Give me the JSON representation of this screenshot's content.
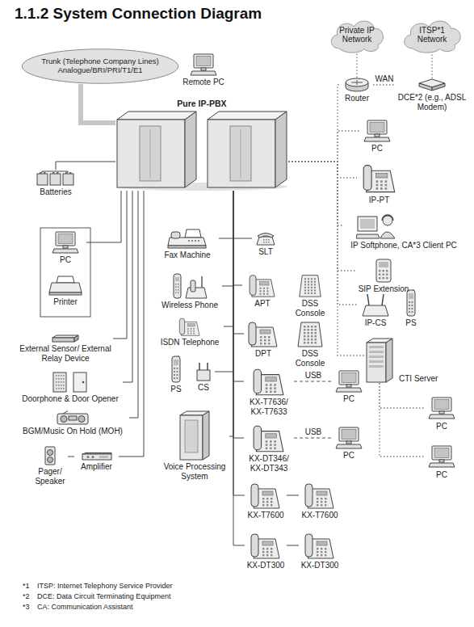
{
  "diagram": {
    "title": "1.1.2 System Connection Diagram",
    "nodes": [
      {
        "text": [
          "Trunk (Telephone Company Lines) Analogue/BRI/PRI/T1/E1"
        ]
      },
      {
        "text": [
          "Remote PC"
        ]
      },
      {
        "text": [
          "Pure IP-PBX"
        ]
      },
      {
        "text": [
          "Private IP Network"
        ]
      },
      {
        "text": [
          "ITSP*1 Network"
        ]
      },
      {
        "text": [
          "Router"
        ]
      },
      {
        "text": [
          "DCE*2 (e.g., ADSL Modem)"
        ]
      },
      {
        "text": [
          "PC"
        ]
      },
      {
        "text": [
          "IP-PT"
        ]
      },
      {
        "text": [
          "IP Softphone, CA*3 Client PC"
        ]
      },
      {
        "text": [
          "SIP Extension"
        ]
      },
      {
        "text": [
          "IP-CS"
        ]
      },
      {
        "text": [
          "PS"
        ]
      },
      {
        "text": [
          "CTI Server"
        ]
      },
      {
        "text": [
          "PC"
        ]
      },
      {
        "text": [
          "PC"
        ]
      },
      {
        "text": [
          "Batteries"
        ]
      },
      {
        "text": [
          "PC"
        ]
      },
      {
        "text": [
          "Printer"
        ]
      },
      {
        "text": [
          "External Sensor/ External Relay Device"
        ]
      },
      {
        "text": [
          "Doorphone & Door Opener"
        ]
      },
      {
        "text": [
          "BGM/Music On Hold (MOH)"
        ]
      },
      {
        "text": [
          "Pager/ Speaker"
        ]
      },
      {
        "text": [
          "Amplifier"
        ]
      },
      {
        "text": [
          "Fax Machine"
        ]
      },
      {
        "text": [
          "SLT"
        ]
      },
      {
        "text": [
          "Wireless Phone"
        ]
      },
      {
        "text": [
          "APT"
        ]
      },
      {
        "text": [
          "DSS Console"
        ]
      },
      {
        "text": [
          "ISDN Telephone"
        ]
      },
      {
        "text": [
          "DPT"
        ]
      },
      {
        "text": [
          "DSS Console"
        ]
      },
      {
        "text": [
          "PS"
        ]
      },
      {
        "text": [
          "CS"
        ]
      },
      {
        "text": [
          "Voice Processing System"
        ]
      },
      {
        "text": [
          "KX-T7636/ KX-T7633"
        ]
      },
      {
        "text": [
          "PC"
        ]
      },
      {
        "text": [
          "KX-DT346/ KX-DT343"
        ]
      },
      {
        "text": [
          "PC"
        ]
      },
      {
        "text": [
          "KX-T7600"
        ]
      },
      {
        "text": [
          "KX-T7600"
        ]
      },
      {
        "text": [
          "KX-DT300"
        ]
      },
      {
        "text": [
          "KX-DT300"
        ]
      }
    ],
    "edges": [
      {
        "from": 0,
        "to": 2,
        "arrow": "none"
      },
      {
        "from": 5,
        "to": 3,
        "arrow": "none"
      },
      {
        "from": 5,
        "to": 6,
        "label": "WAN",
        "arrow": "none"
      },
      {
        "from": 6,
        "to": 4,
        "arrow": "none"
      },
      {
        "from": 2,
        "to": 5,
        "arrow": "none"
      },
      {
        "from": 2,
        "to": 7,
        "arrow": "none"
      },
      {
        "from": 2,
        "to": 8,
        "arrow": "none"
      },
      {
        "from": 2,
        "to": 9,
        "arrow": "none"
      },
      {
        "from": 2,
        "to": 10,
        "arrow": "none"
      },
      {
        "from": 2,
        "to": 11,
        "arrow": "none"
      },
      {
        "from": 2,
        "to": 13,
        "arrow": "none"
      },
      {
        "from": 13,
        "to": 14,
        "arrow": "none"
      },
      {
        "from": 13,
        "to": 15,
        "arrow": "none"
      },
      {
        "from": 2,
        "to": 16,
        "arrow": "none"
      },
      {
        "from": 2,
        "to": 17,
        "arrow": "none"
      },
      {
        "from": 2,
        "to": 19,
        "arrow": "none"
      },
      {
        "from": 2,
        "to": 20,
        "arrow": "none"
      },
      {
        "from": 2,
        "to": 21,
        "arrow": "none"
      },
      {
        "from": 2,
        "to": 23,
        "arrow": "none"
      },
      {
        "from": 23,
        "to": 22,
        "arrow": "none"
      },
      {
        "from": 2,
        "to": 24,
        "arrow": "none"
      },
      {
        "from": 2,
        "to": 25,
        "arrow": "none"
      },
      {
        "from": 2,
        "to": 26,
        "arrow": "none"
      },
      {
        "from": 2,
        "to": 27,
        "arrow": "none"
      },
      {
        "from": 2,
        "to": 29,
        "arrow": "none"
      },
      {
        "from": 2,
        "to": 30,
        "arrow": "none"
      },
      {
        "from": 2,
        "to": 33,
        "arrow": "none"
      },
      {
        "from": 2,
        "to": 34,
        "arrow": "none"
      },
      {
        "from": 2,
        "to": 35,
        "arrow": "none"
      },
      {
        "from": 35,
        "to": 36,
        "label": "USB",
        "arrow": "none"
      },
      {
        "from": 2,
        "to": 37,
        "arrow": "none"
      },
      {
        "from": 37,
        "to": 38,
        "label": "USB",
        "arrow": "none"
      },
      {
        "from": 2,
        "to": 39,
        "arrow": "none"
      },
      {
        "from": 39,
        "to": 40,
        "arrow": "none"
      },
      {
        "from": 2,
        "to": 41,
        "arrow": "none"
      },
      {
        "from": 41,
        "to": 42,
        "arrow": "none"
      }
    ],
    "labels": [
      "*1",
      "ITSP: Internet Telephony Service Provider",
      "*2",
      "DCE: Data Circuit Terminating Equipment",
      "*3",
      "CA: Communication Assistant"
    ]
  }
}
